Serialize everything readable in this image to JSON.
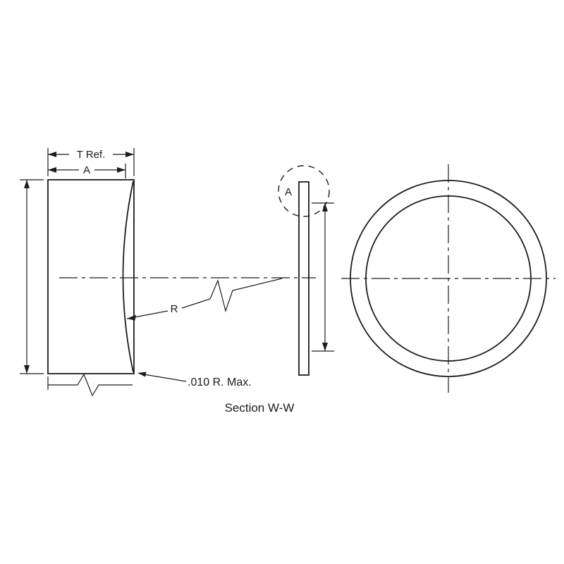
{
  "drawing": {
    "labels": {
      "thickness_ref": "T Ref.",
      "width_a": "A",
      "radius": "R",
      "corner_radius_note": ".010 R. Max.",
      "detail_marker": "A",
      "section_title": "Section W-W"
    },
    "colors": {
      "line": "#1c1c1c",
      "background": "#ffffff"
    }
  }
}
